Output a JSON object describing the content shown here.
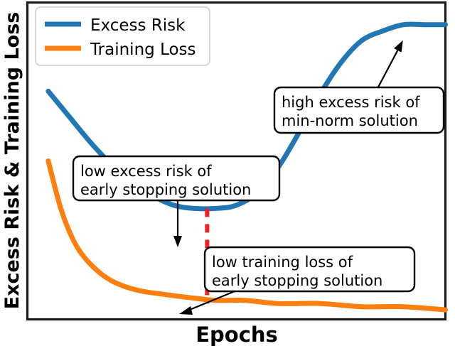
{
  "chart_data": {
    "type": "line",
    "title": "",
    "xlabel": "Epochs",
    "ylabel": "Excess Risk & Training Loss",
    "xlim": [
      0,
      100
    ],
    "ylim": [
      0,
      100
    ],
    "grid": false,
    "xticks": [],
    "yticks": [],
    "legend": {
      "position": "upper left",
      "entries": [
        {
          "label": "Excess Risk",
          "color": "#2077b4"
        },
        {
          "label": "Training Loss",
          "color": "#ff7f0e"
        }
      ]
    },
    "series": [
      {
        "name": "Excess Risk",
        "color": "#2077b4",
        "x": [
          5,
          10,
          15,
          20,
          25,
          30,
          35,
          40,
          45,
          50,
          55,
          60,
          65,
          70,
          75,
          80,
          85,
          90,
          95,
          100
        ],
        "values": [
          72,
          64,
          56,
          49,
          43,
          39,
          36,
          35,
          35,
          36,
          40,
          48,
          59,
          71,
          81,
          88,
          91,
          93,
          93,
          93
        ]
      },
      {
        "name": "Training Loss",
        "color": "#ff7f0e",
        "x": [
          5,
          8,
          11,
          14,
          18,
          22,
          27,
          32,
          38,
          45,
          52,
          60,
          70,
          80,
          90,
          100
        ],
        "values": [
          50,
          35,
          25,
          19,
          14,
          11,
          9,
          8,
          7,
          6,
          6,
          5,
          5,
          4,
          4,
          3
        ]
      }
    ],
    "markers": [
      {
        "name": "early-stopping-epoch",
        "type": "vertical-dashed",
        "color": "#ee2222",
        "x": 43,
        "y_from": 35,
        "y_to": 5
      }
    ],
    "annotations": [
      {
        "id": "low-excess-risk",
        "line1": "low excess risk of",
        "line2": "early stopping solution",
        "arrow": "down"
      },
      {
        "id": "high-excess-risk",
        "line1": "high excess risk of",
        "line2": "min-norm solution",
        "arrow": "up-right"
      },
      {
        "id": "low-training-loss",
        "line1": "low training loss of",
        "line2": "early stopping solution",
        "arrow": "down-left"
      }
    ]
  }
}
